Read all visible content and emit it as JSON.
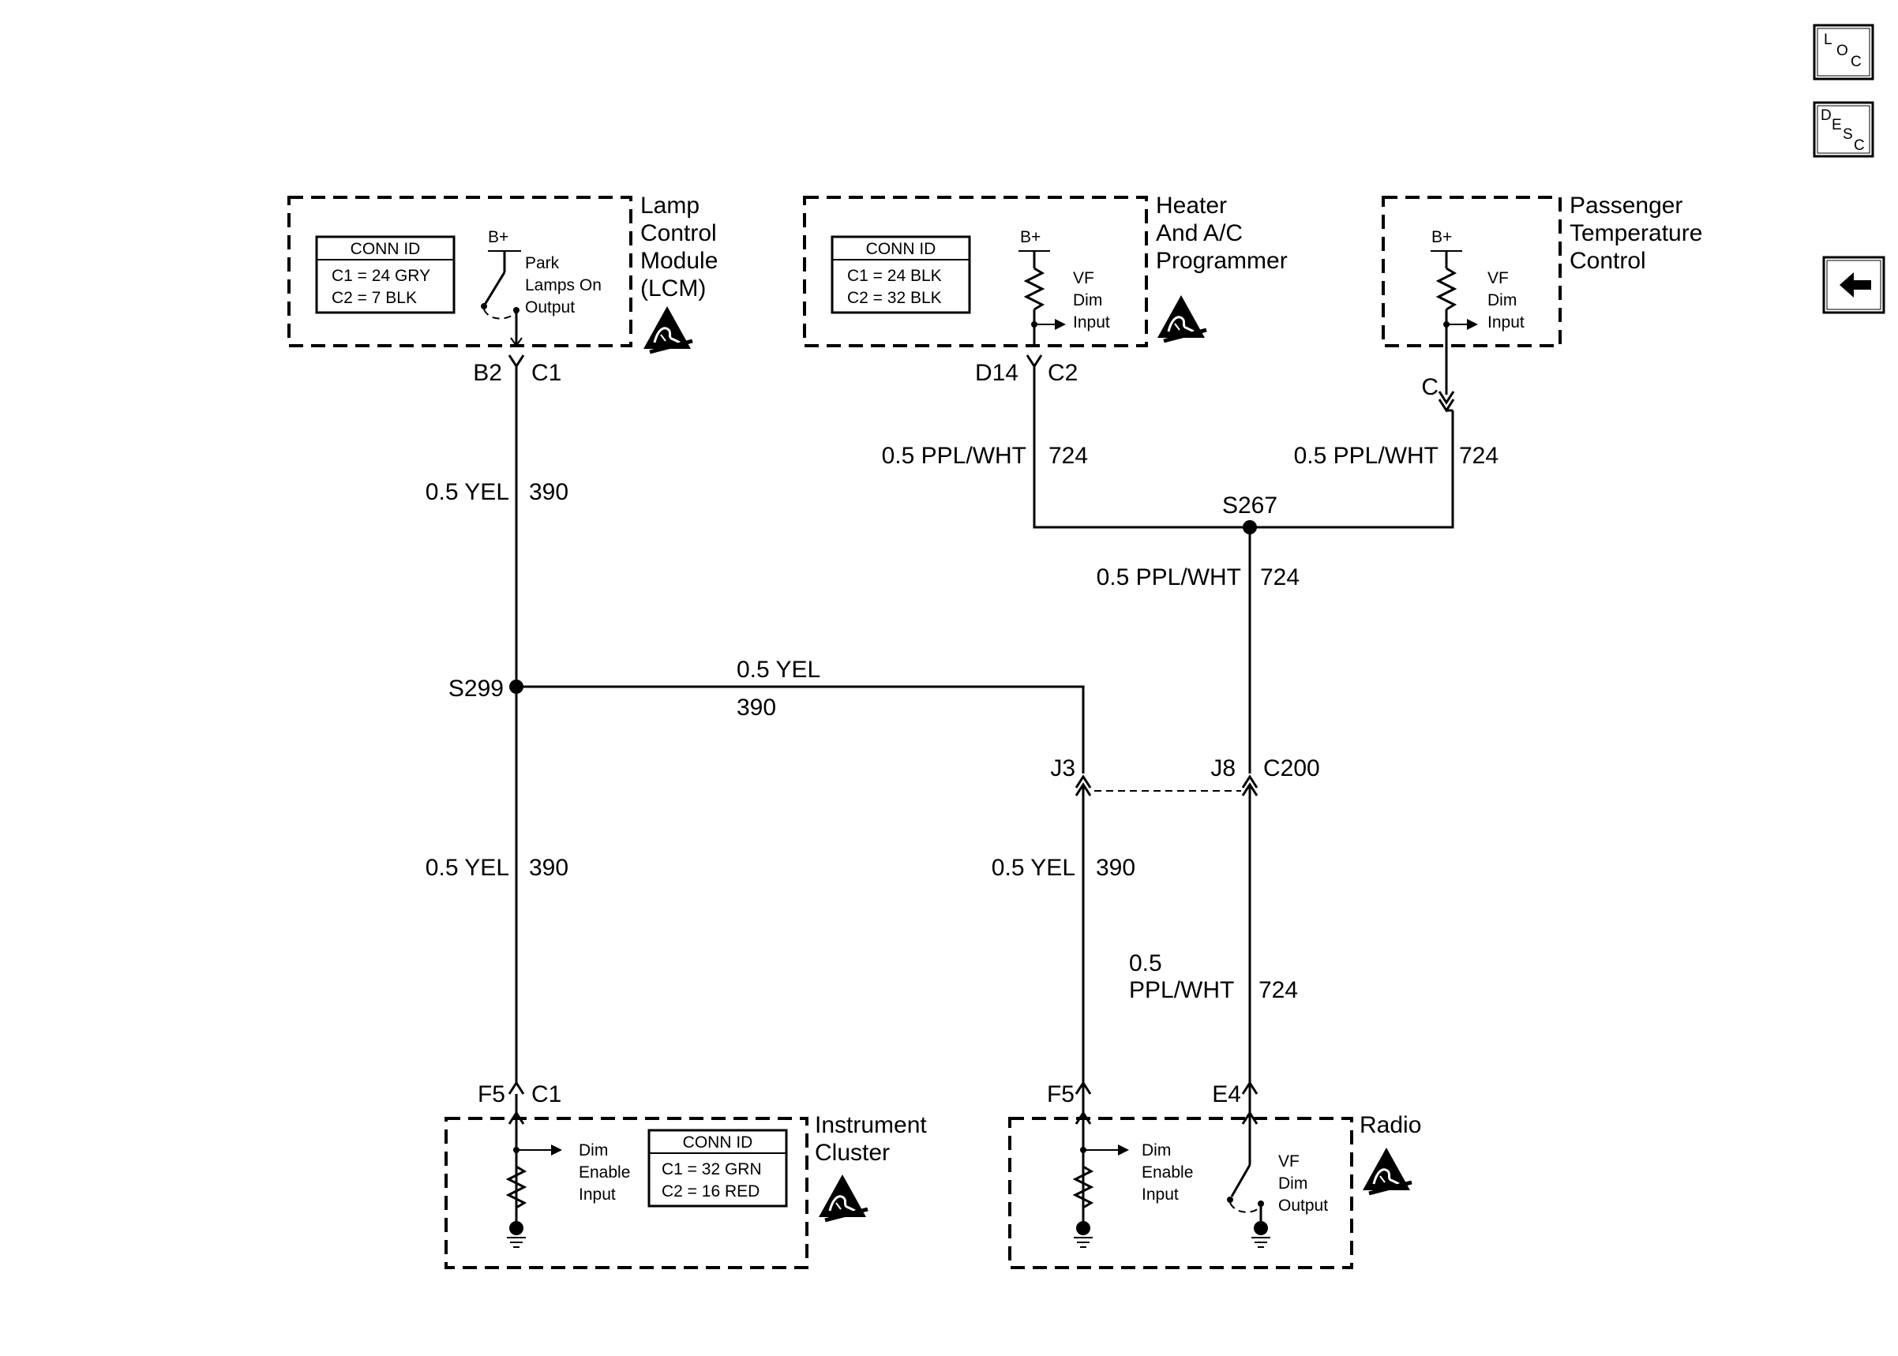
{
  "nav": {
    "loc": {
      "l1": "L",
      "l2": "O",
      "l3": "C"
    },
    "desc": {
      "l1": "D",
      "l2": "E",
      "l3": "S",
      "l4": "C"
    },
    "back": "back-arrow-icon"
  },
  "components": {
    "lcm": {
      "name": [
        "Lamp",
        "Control",
        "Module",
        "(LCM)"
      ],
      "conn_title": "CONN ID",
      "conn_rows": [
        "C1 = 24 GRY",
        "C2 = 7 BLK"
      ],
      "supply": "B+",
      "function": [
        "Park",
        "Lamps On",
        "Output"
      ],
      "pins": {
        "pin": "B2",
        "conn": "C1"
      }
    },
    "hvac": {
      "name": [
        "Heater",
        "And A/C",
        "Programmer"
      ],
      "conn_title": "CONN ID",
      "conn_rows": [
        "C1 = 24 BLK",
        "C2 = 32 BLK"
      ],
      "supply": "B+",
      "function": [
        "VF",
        "Dim",
        "Input"
      ],
      "pins": {
        "pin": "D14",
        "conn": "C2"
      }
    },
    "ptc": {
      "name": [
        "Passenger",
        "Temperature",
        "Control"
      ],
      "supply": "B+",
      "function": [
        "VF",
        "Dim",
        "Input"
      ],
      "pins": {
        "pin": "C"
      }
    },
    "cluster": {
      "name": [
        "Instrument",
        "Cluster"
      ],
      "conn_title": "CONN ID",
      "conn_rows": [
        "C1 = 32 GRN",
        "C2 = 16 RED"
      ],
      "function": [
        "Dim",
        "Enable",
        "Input"
      ],
      "pins": {
        "pin": "F5",
        "conn": "C1"
      }
    },
    "radio": {
      "name": [
        "Radio"
      ],
      "function_left": [
        "Dim",
        "Enable",
        "Input"
      ],
      "function_right": [
        "VF",
        "Dim",
        "Output"
      ],
      "pins": {
        "left": "F5",
        "right": "E4"
      }
    }
  },
  "wires": {
    "w_lcm_top": {
      "spec": "0.5 YEL",
      "circuit": "390"
    },
    "w_lcm_bottom": {
      "spec": "0.5 YEL",
      "circuit": "390"
    },
    "w_s299_horiz": {
      "spec": "0.5 YEL",
      "circuit": "390"
    },
    "w_j3_down": {
      "spec": "0.5 YEL",
      "circuit": "390"
    },
    "w_hvac": {
      "spec": "0.5 PPL/WHT",
      "circuit": "724"
    },
    "w_ptc": {
      "spec": "0.5 PPL/WHT",
      "circuit": "724"
    },
    "w_s267_down": {
      "spec": "0.5 PPL/WHT",
      "circuit": "724"
    },
    "w_radio_up": {
      "spec1": "0.5",
      "spec2": "PPL/WHT",
      "circuit": "724"
    }
  },
  "splices": {
    "s299": "S299",
    "s267": "S267"
  },
  "connectors": {
    "j3": "J3",
    "j8": "J8",
    "c200": "C200"
  }
}
